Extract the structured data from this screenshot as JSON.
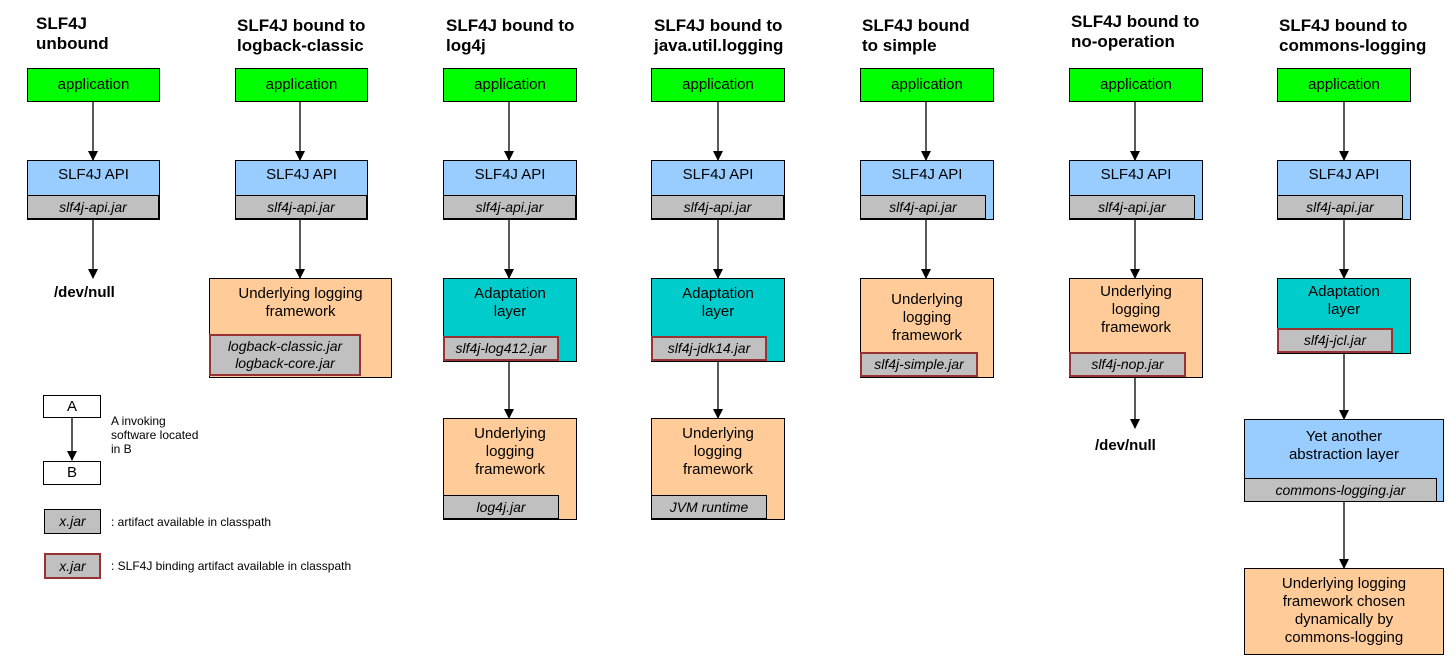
{
  "columns": {
    "unbound": {
      "title": "SLF4J\nunbound",
      "application": "application",
      "api": "SLF4J API",
      "api_jar": "slf4j-api.jar",
      "target": "/dev/null"
    },
    "logback": {
      "title": "SLF4J bound to\nlogback-classic",
      "application": "application",
      "api": "SLF4J API",
      "api_jar": "slf4j-api.jar",
      "framework": "Underlying logging\nframework",
      "binding_jar": "logback-classic.jar\nlogback-core.jar"
    },
    "log4j": {
      "title": "SLF4J bound to\nlog4j",
      "application": "application",
      "api": "SLF4J API",
      "api_jar": "slf4j-api.jar",
      "adaptation": "Adaptation\nlayer",
      "binding_jar": "slf4j-log412.jar",
      "framework": "Underlying\nlogging\nframework",
      "framework_jar": "log4j.jar"
    },
    "jul": {
      "title": "SLF4J bound to\njava.util.logging",
      "application": "application",
      "api": "SLF4J API",
      "api_jar": "slf4j-api.jar",
      "adaptation": "Adaptation\nlayer",
      "binding_jar": "slf4j-jdk14.jar",
      "framework": "Underlying\nlogging\nframework",
      "framework_jar": "JVM runtime"
    },
    "simple": {
      "title": "SLF4J bound\nto simple",
      "application": "application",
      "api": "SLF4J API",
      "api_jar": "slf4j-api.jar",
      "framework": "Underlying\nlogging\nframework",
      "binding_jar": "slf4j-simple.jar"
    },
    "nop": {
      "title": "SLF4J bound to\nno-operation",
      "application": "application",
      "api": "SLF4J API",
      "api_jar": "slf4j-api.jar",
      "framework": "Underlying\nlogging\nframework",
      "binding_jar": "slf4j-nop.jar",
      "target": "/dev/null"
    },
    "jcl": {
      "title": "SLF4J bound to\ncommons-logging",
      "application": "application",
      "api": "SLF4J API",
      "api_jar": "slf4j-api.jar",
      "adaptation": "Adaptation\nlayer",
      "binding_jar": "slf4j-jcl.jar",
      "abstraction": "Yet another\nabstraction layer",
      "abstraction_jar": "commons-logging.jar",
      "framework": "Underlying logging\nframework chosen\ndynamically by\ncommons-logging"
    }
  },
  "legend": {
    "box_a": "A",
    "box_b": "B",
    "invoke_text": "A invoking\nsoftware located\nin B",
    "jar_sample": "x.jar",
    "jar_text": ": artifact available in classpath",
    "binding_sample": "x.jar",
    "binding_text": ": SLF4J binding artifact available in classpath"
  }
}
